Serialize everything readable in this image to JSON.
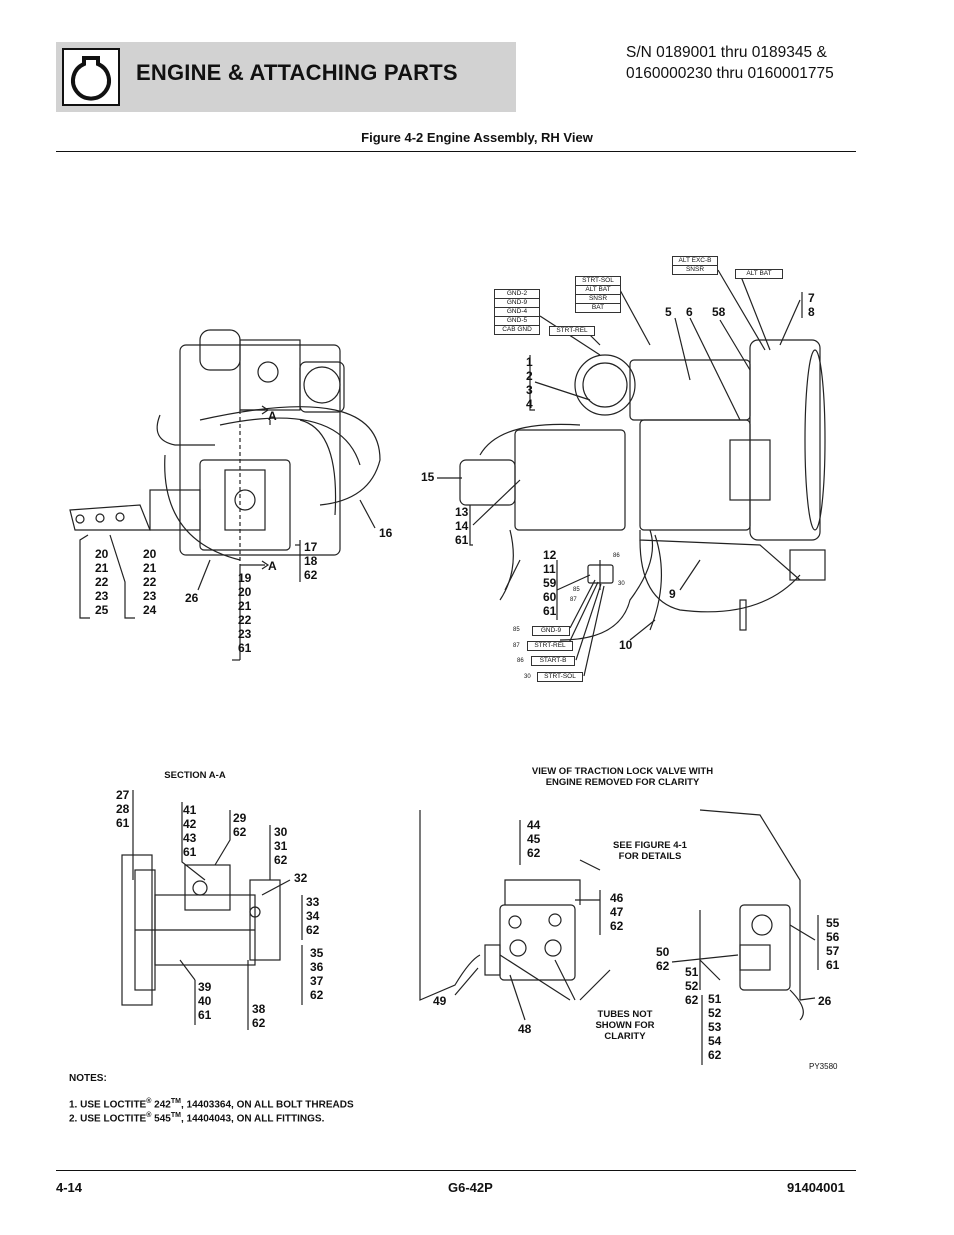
{
  "header": {
    "title": "ENGINE & ATTACHING PARTS",
    "serial_line1": "S/N 0189001 thru 0189345 &",
    "serial_line2": "0160000230 thru 0160001775"
  },
  "figure": {
    "title": "Figure 4-2 Engine Assembly, RH View"
  },
  "main_left": {
    "callouts": [
      "20\n21\n22\n23\n25",
      "20\n21\n22\n23\n24",
      "26",
      "19\n20\n21\n22\n23\n61",
      "17\n18\n62",
      "16",
      "A",
      "A"
    ]
  },
  "main_right": {
    "wire_labels_gnd": [
      "GND-2",
      "GND-9",
      "GND-4",
      "GND-5",
      "CAB GND"
    ],
    "wire_labels_strt": [
      "STRT-SOL",
      "ALT BAT",
      "SNSR",
      "BAT"
    ],
    "wire_label_strt_rel": "STRT-REL",
    "wire_labels_alt": [
      "ALT EXC-B",
      "SNSR"
    ],
    "wire_label_alt_bat": "ALT BAT",
    "relay_pins": [
      "86",
      "30",
      "85",
      "87"
    ],
    "relay_legend": [
      {
        "pin": "85",
        "label": "GND-9"
      },
      {
        "pin": "87",
        "label": "STRT-REL"
      },
      {
        "pin": "86",
        "label": "START-B"
      },
      {
        "pin": "30",
        "label": "STRT-SOL"
      }
    ],
    "callouts": [
      "1\n2\n3\n4",
      "5",
      "6",
      "58",
      "7\n8",
      "15",
      "13\n14\n61",
      "12\n11\n59\n60\n61",
      "9",
      "10"
    ]
  },
  "section_aa": {
    "title": "SECTION A-A",
    "callouts": [
      "27\n28\n61",
      "41\n42\n43\n61",
      "29\n62",
      "30\n31\n62",
      "32",
      "33\n34\n62",
      "35\n36\n37\n62",
      "39\n40\n61",
      "38\n62"
    ]
  },
  "traction_view": {
    "title_line1": "VIEW OF TRACTION LOCK VALVE WITH",
    "title_line2": "ENGINE REMOVED FOR CLARITY",
    "see_figure_line1": "SEE FIGURE 4-1",
    "see_figure_line2": "FOR DETAILS",
    "tubes_note_line1": "TUBES NOT",
    "tubes_note_line2": "SHOWN FOR",
    "tubes_note_line3": "CLARITY",
    "callouts": [
      "44\n45\n62",
      "46\n47\n62",
      "49",
      "48",
      "50\n62",
      "51\n52\n62",
      "51\n52\n53\n54\n62",
      "55\n56\n57\n61",
      "26"
    ],
    "drawing_id": "PY3580"
  },
  "notes": {
    "heading": "NOTES:",
    "note1_pre": "1. USE  LOCTITE",
    "note1_num": " 242",
    "note1_post": ", 14403364, ON ALL BOLT THREADS",
    "note2_pre": "2. USE LOCTITE",
    "note2_num": " 545",
    "note2_post": ", 14404043, ON ALL FITTINGS.",
    "reg": "®",
    "tm": "TM"
  },
  "footer": {
    "page": "4-14",
    "model": "G6-42P",
    "doc_number": "91404001"
  }
}
